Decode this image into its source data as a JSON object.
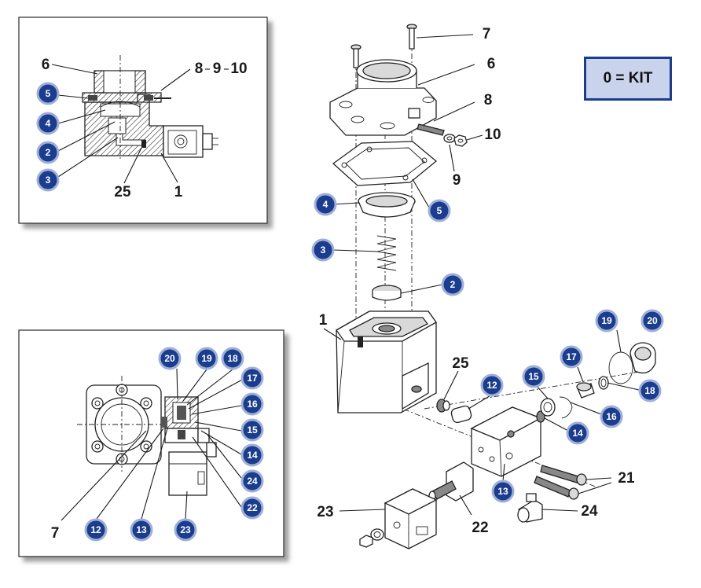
{
  "kit_note": "0 = KIT",
  "colors": {
    "disc_fill": "#1a3d8f",
    "disc_ring": "#9fb0d8",
    "kit_fill": "#c9d3ec",
    "kit_border": "#1a3d8f"
  },
  "labels": {
    "top_left": [
      "6",
      "8",
      "9",
      "10",
      "25",
      "1"
    ],
    "top_left_discs": [
      "5",
      "4",
      "2",
      "3"
    ],
    "bottom_left": [
      "7"
    ],
    "bottom_left_discs": [
      "20",
      "19",
      "18",
      "17",
      "16",
      "15",
      "14",
      "24",
      "22",
      "12",
      "13",
      "23"
    ],
    "exploded": [
      "7",
      "6",
      "8",
      "10",
      "9",
      "1",
      "25",
      "21",
      "23",
      "22",
      "24"
    ],
    "exploded_discs": [
      "4",
      "5",
      "3",
      "2",
      "19",
      "20",
      "17",
      "15",
      "12",
      "18",
      "16",
      "14",
      "13"
    ]
  }
}
